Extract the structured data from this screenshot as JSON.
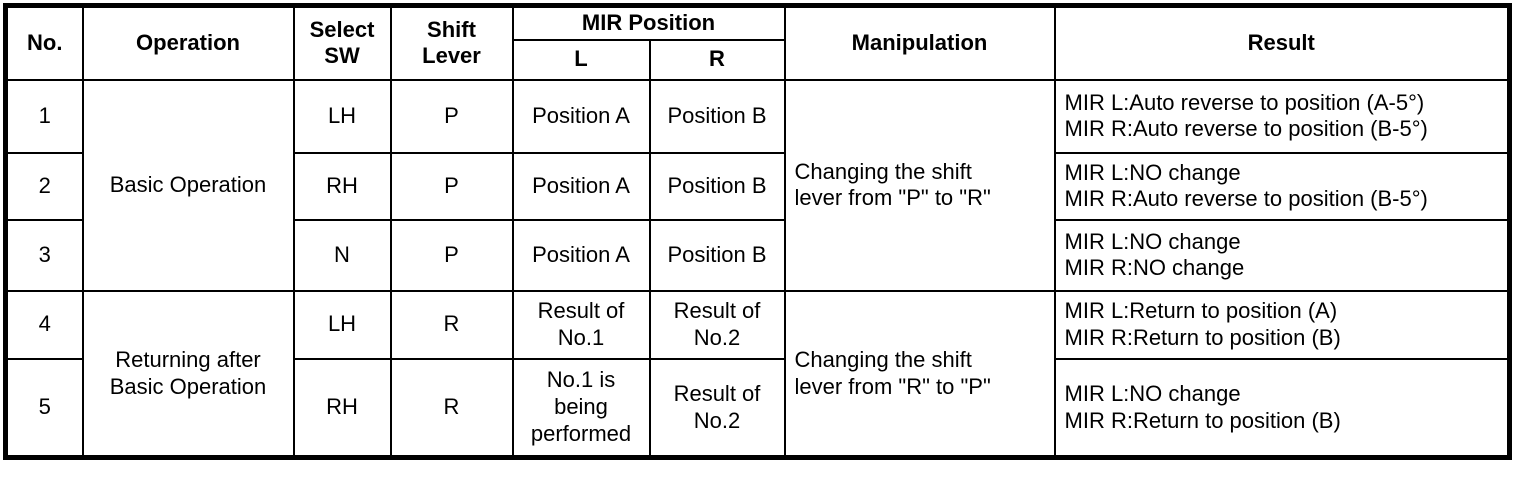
{
  "table": {
    "header": {
      "no": "No.",
      "operation": "Operation",
      "select_sw": "Select\nSW",
      "shift_lever": "Shift\nLever",
      "mir_position": "MIR Position",
      "mir_l": "L",
      "mir_r": "R",
      "manipulation": "Manipulation",
      "result": "Result"
    },
    "groups": [
      {
        "operation": "Basic Operation",
        "manipulation": "Changing the shift\nlever from \"P\" to \"R\""
      },
      {
        "operation": "Returning after\nBasic Operation",
        "manipulation": "Changing the shift\nlever from \"R\" to \"P\""
      }
    ],
    "rows": [
      {
        "no": "1",
        "select_sw": "LH",
        "shift_lever": "P",
        "mir_l": "Position A",
        "mir_r": "Position B",
        "result": "MIR L:Auto reverse to position (A-5°)\nMIR R:Auto reverse to position (B-5°)"
      },
      {
        "no": "2",
        "select_sw": "RH",
        "shift_lever": "P",
        "mir_l": "Position A",
        "mir_r": "Position B",
        "result": "MIR L:NO change\nMIR R:Auto reverse to position (B-5°)"
      },
      {
        "no": "3",
        "select_sw": "N",
        "shift_lever": "P",
        "mir_l": "Position A",
        "mir_r": "Position B",
        "result": "MIR L:NO change\nMIR R:NO change"
      },
      {
        "no": "4",
        "select_sw": "LH",
        "shift_lever": "R",
        "mir_l": "Result of\nNo.1",
        "mir_r": "Result of\nNo.2",
        "result": "MIR L:Return to position (A)\nMIR R:Return to position (B)"
      },
      {
        "no": "5",
        "select_sw": "RH",
        "shift_lever": "R",
        "mir_l": "No.1 is\nbeing\nperformed",
        "mir_r": "Result of\nNo.2",
        "result": "MIR L:NO change\nMIR R:Return to position (B)"
      }
    ],
    "colors": {
      "border": "#000000",
      "background": "#ffffff",
      "text": "#000000"
    }
  }
}
